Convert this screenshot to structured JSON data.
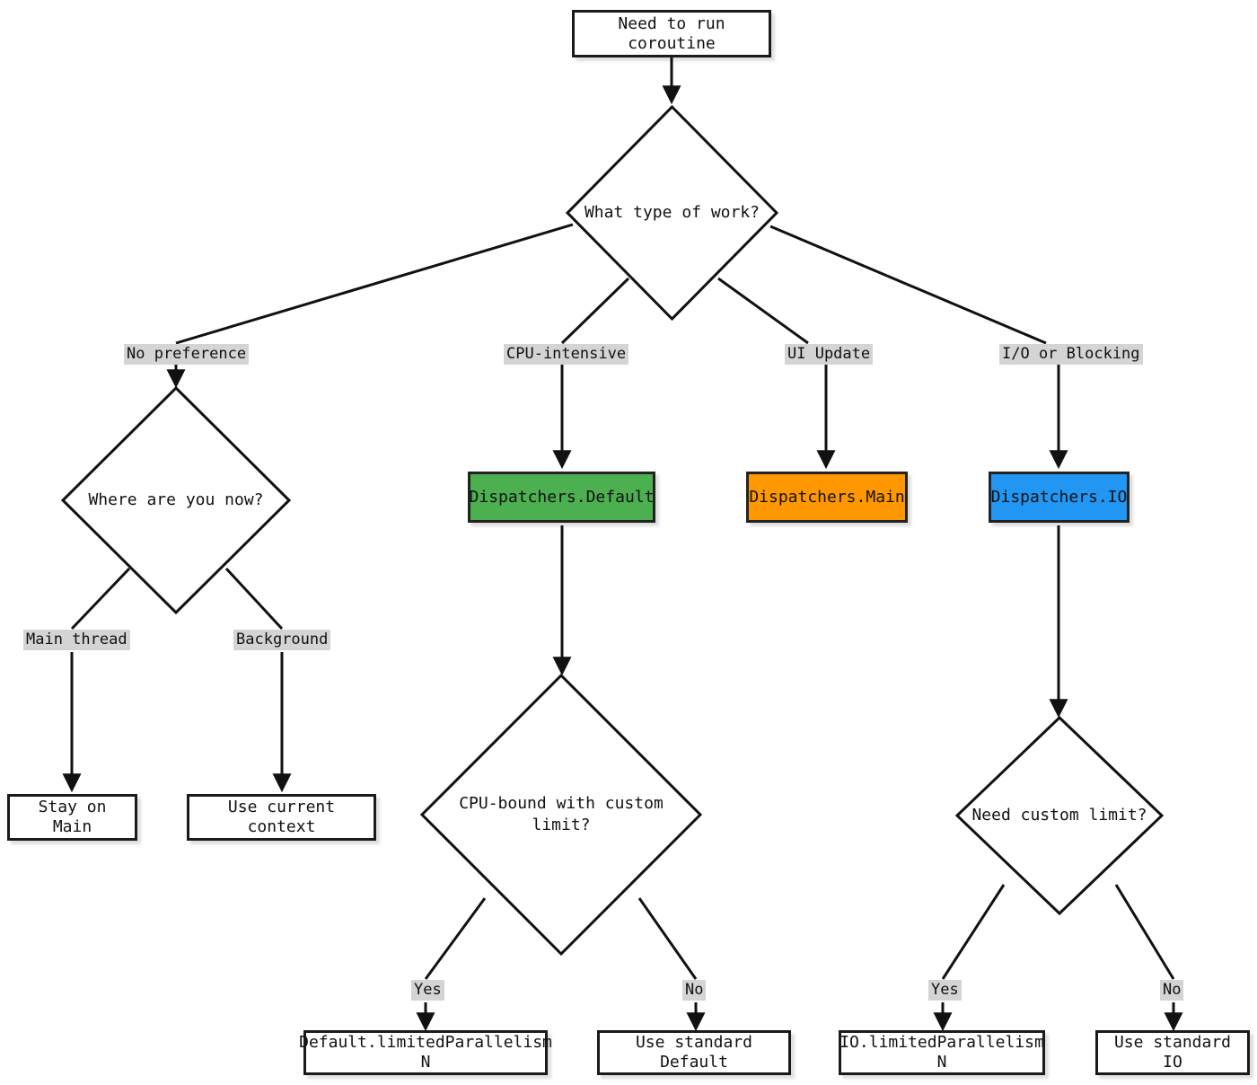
{
  "diagram": {
    "title": "Coroutine dispatcher selection flowchart",
    "colors": {
      "default_box_fill": "#ffffff",
      "border": "#1a1a1a",
      "green": "#4CAF50",
      "orange": "#FF9800",
      "blue": "#2196F3",
      "edge_label_bg": "#d4d4d4",
      "background": "#ffffff"
    },
    "nodes": {
      "start": "Need to run coroutine",
      "q_work_type": "What type of work?",
      "q_where_now": "Where are you now?",
      "dispatchers_default": "Dispatchers.Default",
      "dispatchers_main": "Dispatchers.Main",
      "dispatchers_io": "Dispatchers.IO",
      "stay_on_main": "Stay on Main",
      "use_current_context": "Use current context",
      "q_cpu_custom_limit_line1": "CPU-bound with custom",
      "q_cpu_custom_limit_line2": "limit?",
      "q_need_custom_limit": "Need custom limit?",
      "default_limited_parallelism": "Default.limitedParallelism N",
      "use_standard_default": "Use standard Default",
      "io_limited_parallelism": "IO.limitedParallelism N",
      "use_standard_io": "Use standard IO"
    },
    "edge_labels": {
      "no_preference": "No preference",
      "cpu_intensive": "CPU-intensive",
      "ui_update": "UI Update",
      "io_or_blocking": "I/O or Blocking",
      "main_thread": "Main thread",
      "background": "Background",
      "cpu_yes": "Yes",
      "cpu_no": "No",
      "io_yes": "Yes",
      "io_no": "No"
    }
  }
}
